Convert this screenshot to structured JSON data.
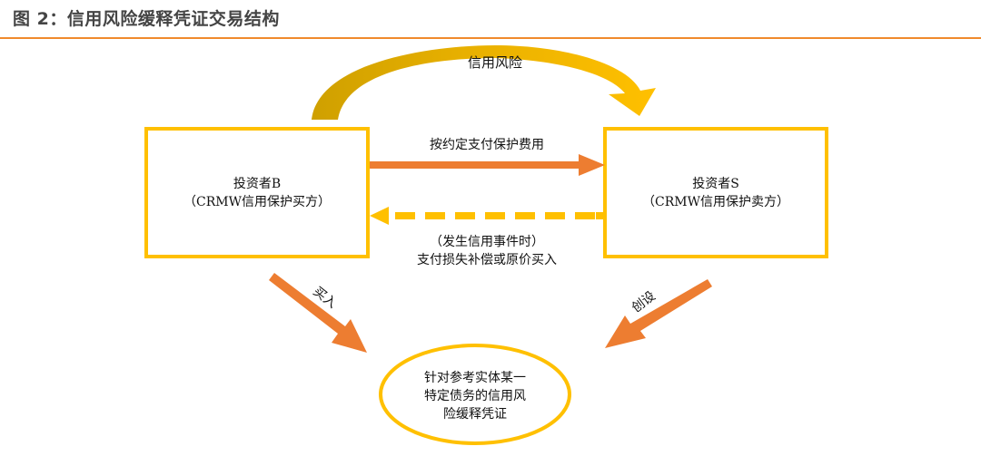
{
  "header": {
    "title": "图 2：信用风险缓释凭证交易结构"
  },
  "colors": {
    "rule": "#F08A2C",
    "box_border": "#FFC000",
    "orange_arrow": "#ED7D31",
    "yellow_arrow": "#FFC000",
    "curve_dark": "#D4A000"
  },
  "diagram": {
    "curve_arrow": {
      "label": "信用风险"
    },
    "investor_b": {
      "line1": "投资者B",
      "line2": "（CRMW信用保护买方）"
    },
    "investor_s": {
      "line1": "投资者S",
      "line2": "（CRMW信用保护卖方）"
    },
    "fee_arrow": {
      "label": "按约定支付保护费用"
    },
    "compensation_arrow": {
      "line1": "（发生信用事件时）",
      "line2": "支付损失补偿或原价买入"
    },
    "buy_arrow": {
      "label": "买入"
    },
    "create_arrow": {
      "label": "创设"
    },
    "crmw": {
      "line1": "针对参考实体某一",
      "line2": "特定债务的信用风",
      "line3": "险缓释凭证"
    }
  }
}
